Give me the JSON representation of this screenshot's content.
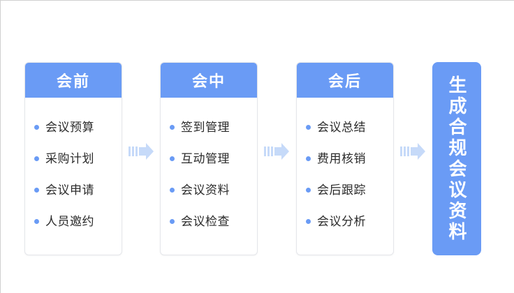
{
  "background": "#ffffff",
  "theme": {
    "accent": "#6a9bf5",
    "arrow": "#c6daf9",
    "card_border": "#e4e6ea",
    "header_text": "#ffffff",
    "item_text": "#2b2b2b"
  },
  "stages": [
    {
      "title": "会前",
      "items": [
        "会议预算",
        "采购计划",
        "会议申请",
        "人员邀约"
      ]
    },
    {
      "title": "会中",
      "items": [
        "签到管理",
        "互动管理",
        "会议资料",
        "会议检查"
      ]
    },
    {
      "title": "会后",
      "items": [
        "会议总结",
        "费用核销",
        "会后跟踪",
        "会议分析"
      ]
    }
  ],
  "connectors": [
    {
      "icon": "arrow-right-icon"
    },
    {
      "icon": "arrow-right-icon"
    },
    {
      "icon": "arrow-right-icon"
    }
  ],
  "result": {
    "label": "生成合规会议资料"
  }
}
